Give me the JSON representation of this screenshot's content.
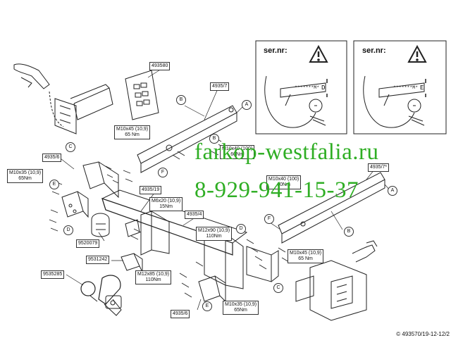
{
  "copyright": "© 493570/19-12-12/2",
  "watermark": {
    "site": "farkop-westfalia.ru",
    "phone": "8-929-941-15-37",
    "color": "#2fae24"
  },
  "warning_panels": [
    {
      "ser": "ser.nr:",
      "code": "*******M*",
      "letter": "D"
    },
    {
      "ser": "ser.nr:",
      "code": "*******M*",
      "letter": "E"
    }
  ],
  "part_labels": {
    "p493580": "493580",
    "p4935_7": "4935/7",
    "p4935_6_top": "4935/6",
    "p4935_19": "4935/19",
    "p4935_4": "4935/4",
    "p9520079": "9520079",
    "p9531242": "9531242",
    "p9535285": "9535285",
    "p4935_6_bottom": "4935/6",
    "p4935_7_right": "4935/7*"
  },
  "torque_labels": {
    "t_m10x45_top": {
      "l1": "M10x45 (10,9)",
      "l2": "65 Nm"
    },
    "t_m10x40_mid": {
      "l1": "M10x40 (100)",
      "l2": "60Nm"
    },
    "t_m10x35_left": {
      "l1": "M10x35 (10,9)",
      "l2": "65Nm"
    },
    "t_m10x40_right": {
      "l1": "M10x40 (100)",
      "l2": "60Nm"
    },
    "t_m6x20": {
      "l1": "M6x20 (10,9)",
      "l2": "15Nm"
    },
    "t_m12x90": {
      "l1": "M12x90 (10,9)",
      "l2": "110Nm"
    },
    "t_m10x45_right": {
      "l1": "M10x45 (10,9)",
      "l2": "65 Nm"
    },
    "t_m12x85": {
      "l1": "M12x85 (10,9)",
      "l2": "110Nm"
    },
    "t_m10x35_bottom": {
      "l1": "M10x35 (10,9)",
      "l2": "65Nm"
    }
  },
  "callouts": {
    "a1": "A",
    "a2": "A",
    "b1": "B",
    "b2": "B",
    "b3": "B",
    "c1": "C",
    "c2": "C",
    "d1": "D",
    "d2": "D",
    "e1": "E",
    "e2": "E",
    "f1": "F",
    "f2": "F"
  }
}
